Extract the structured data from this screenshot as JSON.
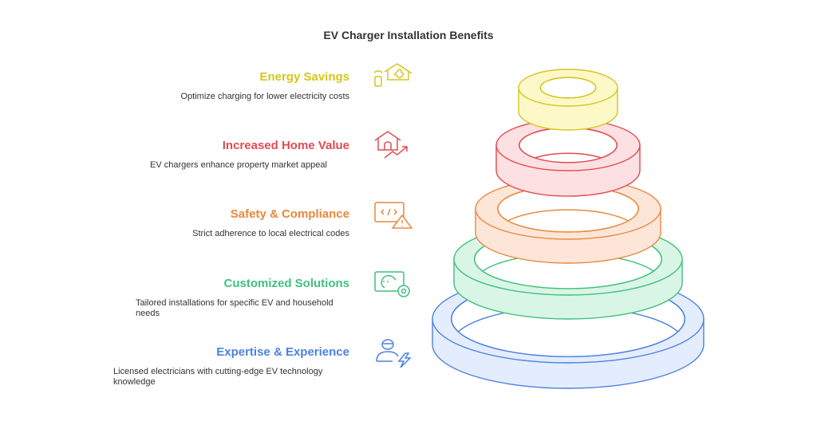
{
  "title": "EV Charger Installation Benefits",
  "items": [
    {
      "title": "Energy Savings",
      "desc": "Optimize charging for lower electricity costs",
      "color": "#d6c51e",
      "icon": "smart-home-fan-icon"
    },
    {
      "title": "Increased Home Value",
      "desc": "EV chargers enhance property market appeal",
      "color": "#e24a52",
      "icon": "home-value-trend-icon"
    },
    {
      "title": "Safety & Compliance",
      "desc": "Strict adherence to local electrical codes",
      "color": "#e8883c",
      "icon": "code-warning-icon"
    },
    {
      "title": "Customized Solutions",
      "desc": "Tailored installations for specific EV and household needs",
      "color": "#3fc17f",
      "icon": "settings-gear-icon"
    },
    {
      "title": "Expertise & Experience",
      "desc": "Licensed electricians with cutting-edge EV technology knowledge",
      "color": "#4d80df",
      "icon": "electrician-bolt-icon"
    }
  ]
}
